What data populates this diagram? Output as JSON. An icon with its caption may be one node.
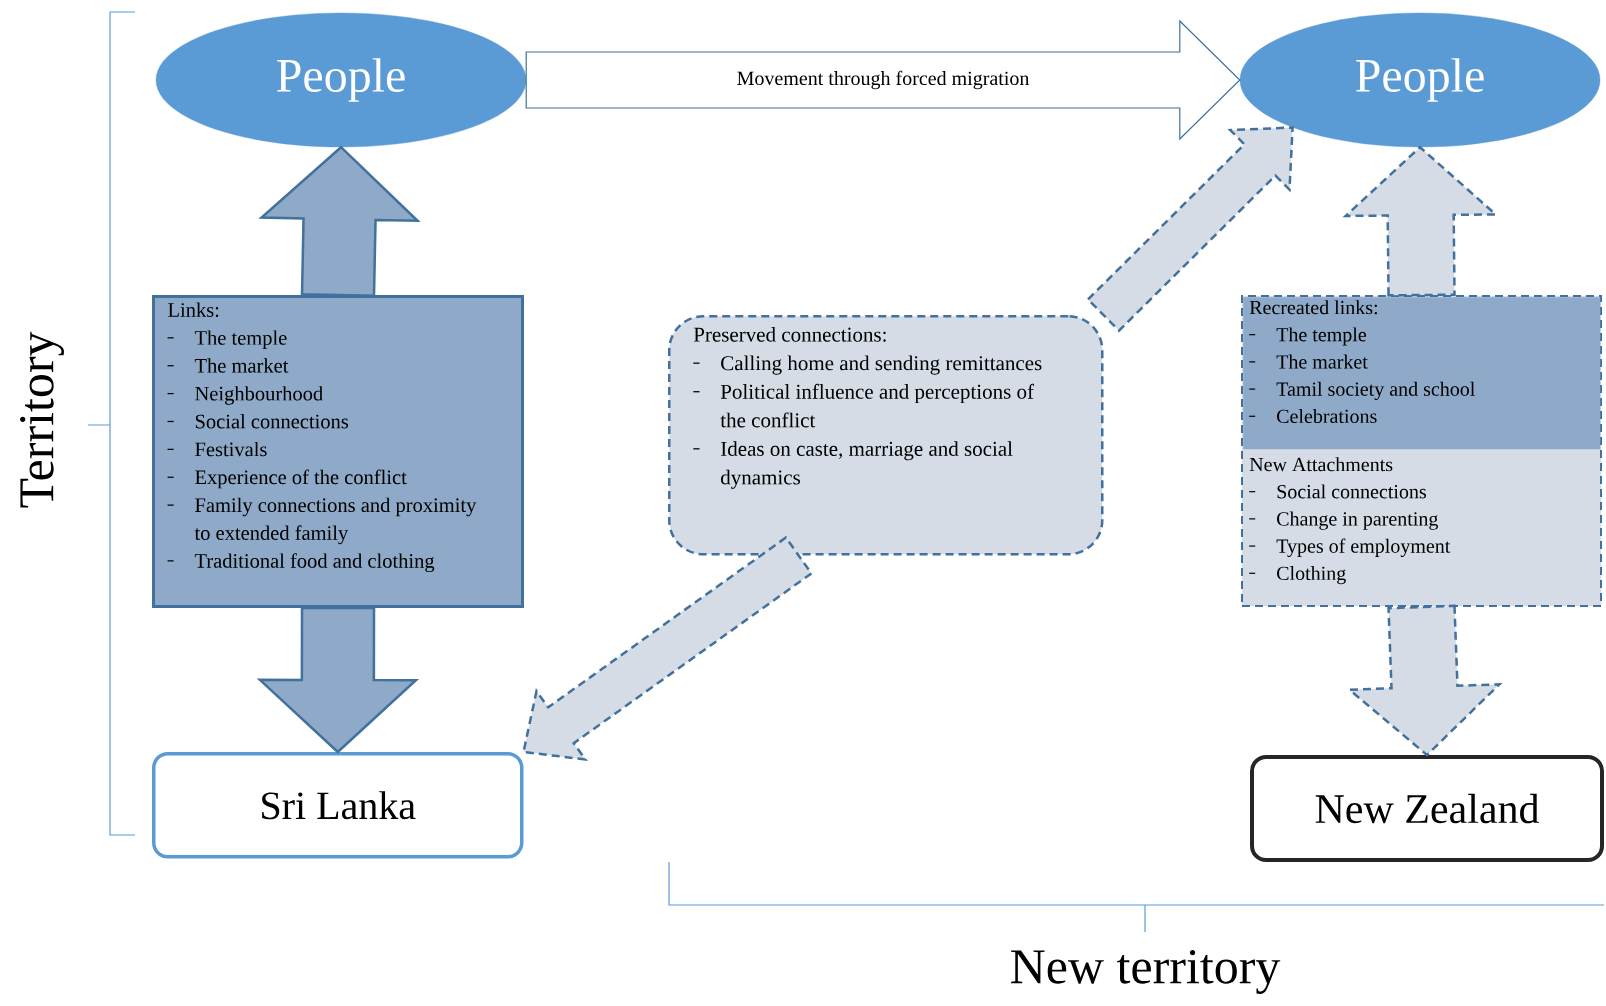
{
  "diagram": {
    "nodes": [
      {
        "text": [
          "People"
        ]
      },
      {
        "text": [
          "People"
        ]
      },
      {
        "text": [
          "Links:",
          "The temple",
          "The market",
          "Neighbourhood",
          "Social connections",
          "Festivals",
          "Experience of the conflict",
          "Family connections and proximity to extended family",
          "Traditional food and clothing"
        ]
      },
      {
        "text": [
          "Sri Lanka"
        ]
      },
      {
        "text": [
          "Preserved connections:",
          "Calling home and sending remittances",
          "Political influence and perceptions of the conflict",
          "Ideas on caste, marriage and social dynamics"
        ]
      },
      {
        "text": [],
        "shape": "box"
      },
      {
        "text": [
          "Recreated links:",
          "The temple",
          "The market",
          "Tamil society and school",
          "Celebrations"
        ],
        "in": 5
      },
      {
        "text": [
          "New Attachments",
          "Social connections",
          "Change in parenting",
          "Types of employment",
          "Clothing"
        ],
        "in": 5
      },
      {
        "text": [
          "New Zealand"
        ]
      }
    ],
    "edges": [
      {
        "from": 0,
        "to": 1,
        "arrow": "to",
        "label": "Movement through forced migration"
      },
      {
        "from": 2,
        "to": 0,
        "arrow": "to",
        "color": "#8eaac8"
      },
      {
        "from": 2,
        "to": 3,
        "arrow": "to",
        "color": "#8eaac8"
      },
      {
        "from": 4,
        "to": 1,
        "arrow": "to",
        "style": "dashed"
      },
      {
        "from": 4,
        "to": 3,
        "arrow": "to",
        "style": "dashed"
      },
      {
        "from": 5,
        "to": 1,
        "arrow": "to",
        "style": "dashed"
      },
      {
        "from": 5,
        "to": 8,
        "arrow": "to",
        "style": "dashed"
      }
    ],
    "labels": [
      "Territory",
      "New territory"
    ]
  }
}
